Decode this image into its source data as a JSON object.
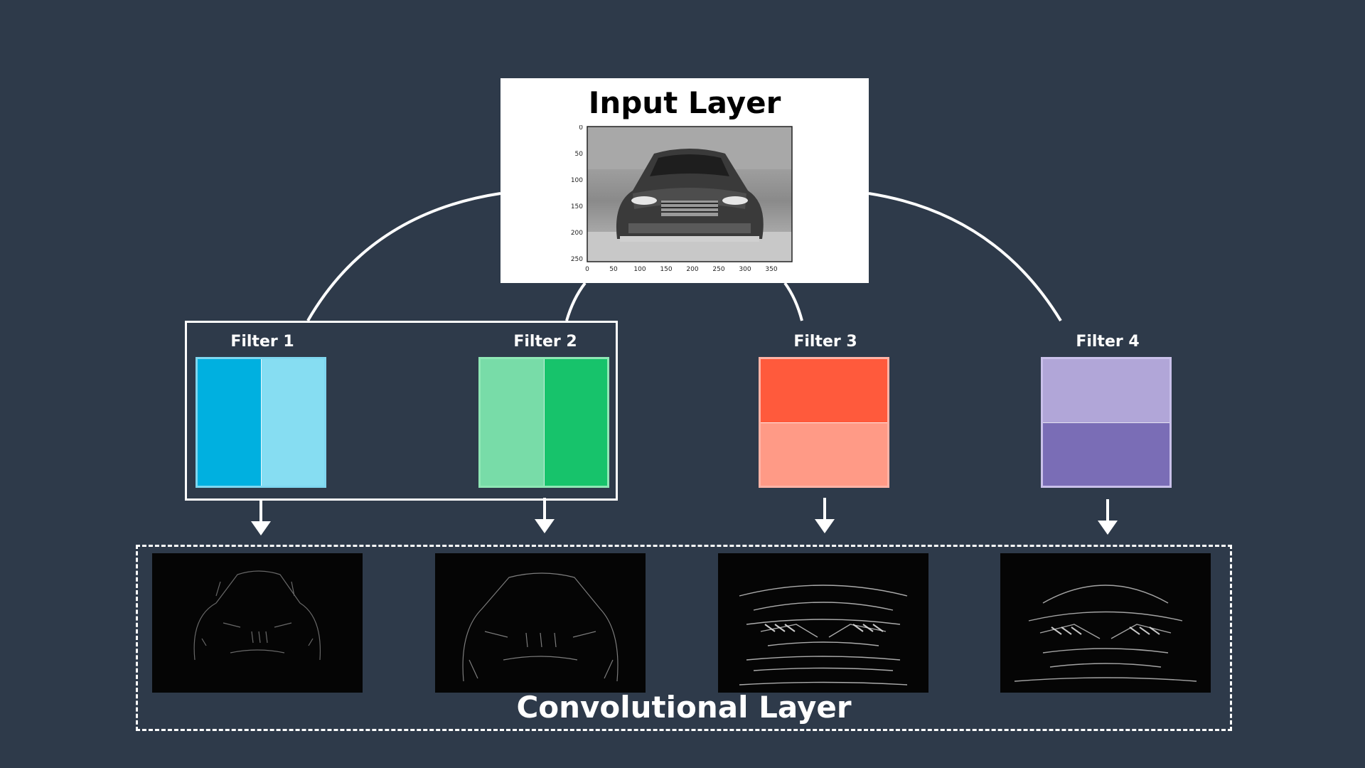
{
  "input_layer": {
    "title": "Input Layer",
    "plot": {
      "y_ticks": [
        "0",
        "50",
        "100",
        "150",
        "200",
        "250"
      ],
      "x_ticks": [
        "0",
        "50",
        "100",
        "150",
        "200",
        "250",
        "300",
        "350"
      ]
    }
  },
  "filters": [
    {
      "label": "Filter 1",
      "split": "vertical",
      "colors": [
        "#00b0e0",
        "#86ddf2"
      ],
      "border": "#7fd6ef"
    },
    {
      "label": "Filter 2",
      "split": "vertical",
      "colors": [
        "#78dca8",
        "#17c36b"
      ],
      "border": "#8fe7b5"
    },
    {
      "label": "Filter 3",
      "split": "horizontal",
      "colors": [
        "#ff5a3c",
        "#ff9a86"
      ],
      "border": "#ffb3a6"
    },
    {
      "label": "Filter 4",
      "split": "horizontal",
      "colors": [
        "#b1a6d8",
        "#7a6db6"
      ],
      "border": "#c9c0ea"
    }
  ],
  "convolutional_layer": {
    "title": "Convolutional Layer"
  },
  "colors": {
    "background": "#2e3a4a",
    "lines": "#ffffff"
  }
}
